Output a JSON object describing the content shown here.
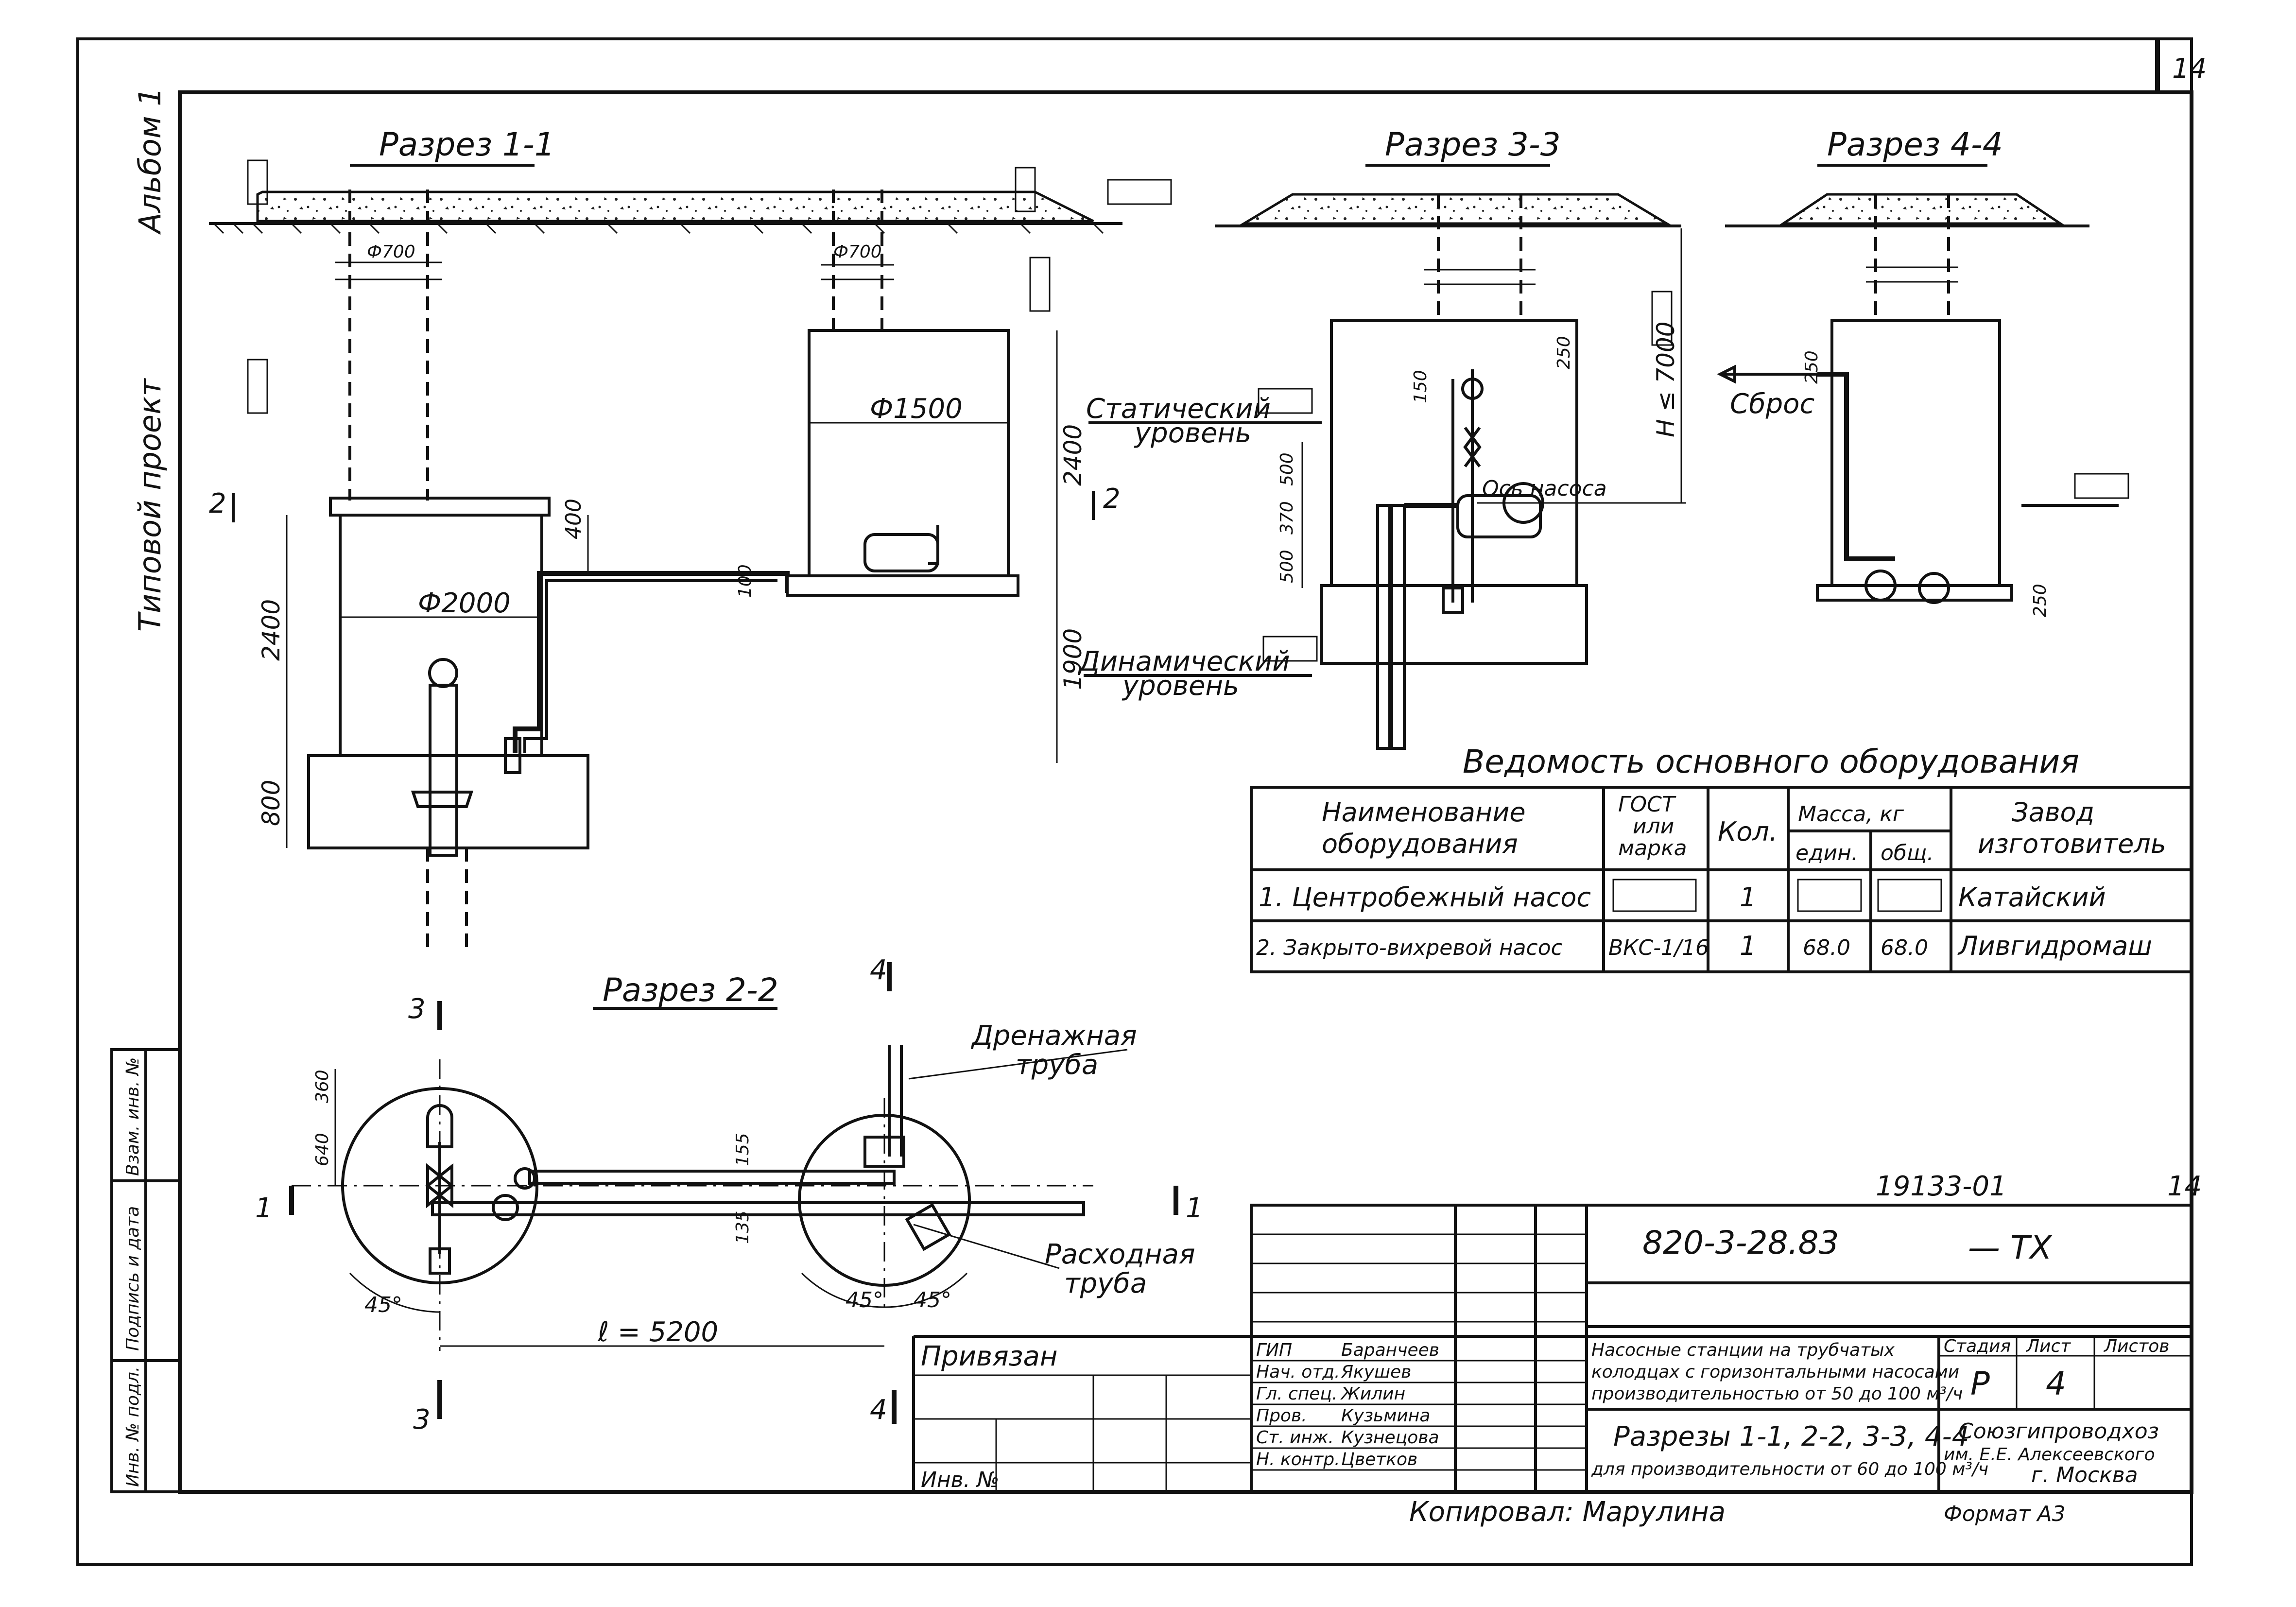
{
  "sheet": {
    "page_number": "14",
    "side_album": "Альбом 1",
    "side_project": "Типовой проект"
  },
  "sections": {
    "s11": "Разрез 1-1",
    "s33": "Разрез 3-3",
    "s44": "Разрез 4-4",
    "s22": "Разрез 2-2"
  },
  "dims": {
    "d700a": "Ф700",
    "d700b": "Ф700",
    "d1500": "Ф1500",
    "d2000": "Ф2000",
    "v2400a": "2400",
    "v2400b": "2400",
    "v400": "400",
    "v100": "100",
    "v1900": "1900",
    "v800": "800",
    "mark2a": "2",
    "mark2b": "2",
    "v250a": "250",
    "v150": "150",
    "v500a": "500",
    "v370": "370",
    "v500b": "500",
    "h7000": "H ≤ 7000",
    "v250b": "250",
    "v250c": "250",
    "v640": "640",
    "v360": "360",
    "v155": "155",
    "v135": "135",
    "l5200": "ℓ = 5200",
    "ang1": "45°",
    "ang2": "45°",
    "ang3": "45°",
    "cut3a": "3",
    "cut3b": "3",
    "cut4a": "4",
    "cut4b": "4",
    "cut1a": "1",
    "cut1b": "1"
  },
  "labels": {
    "static_level_1": "Статический",
    "static_level_2": "уровень",
    "dyn_level_1": "Динамический",
    "dyn_level_2": "уровень",
    "pump_axis": "Ось насоса",
    "discharge": "Сброс",
    "drain_1": "Дренажная",
    "drain_2": "труба",
    "supply_1": "Расходная",
    "supply_2": "труба"
  },
  "equipment": {
    "title": "Ведомость основного оборудования",
    "head_name_1": "Наименование",
    "head_name_2": "оборудования",
    "head_gost_1": "ГОСТ",
    "head_gost_2": "или",
    "head_gost_3": "марка",
    "head_qty": "Кол.",
    "head_mass": "Масса, кг",
    "head_unit": "един.",
    "head_total": "общ.",
    "head_maker_1": "Завод",
    "head_maker_2": "изготовитель",
    "rows": [
      {
        "name": "1. Центробежный насос",
        "gost": "",
        "qty": "1",
        "unit": "",
        "total": "",
        "maker": "Катайский"
      },
      {
        "name": "2. Закрыто-вихревой насос",
        "gost": "ВКС-1/16",
        "qty": "1",
        "unit": "68.0",
        "total": "68.0",
        "maker": "Ливгидромаш"
      }
    ]
  },
  "stamp": {
    "inv_code": "19133-01",
    "inv_page": "14",
    "doc_code": "820-3-28.83",
    "doc_suffix": "— ТХ",
    "privyazan": "Привязан",
    "inv_no": "Инв. №",
    "roles": [
      "ГИП",
      "Нач. отд.",
      "Гл. спец.",
      "Пров.",
      "Ст. инж.",
      "Н. контр."
    ],
    "names": [
      "Баранчеев",
      "Якушев",
      "Жилин",
      "Кузьмина",
      "Кузнецова",
      "Цветков"
    ],
    "title_1": "Насосные станции на трубчатых",
    "title_2": "колодцах с горизонтальными насосами",
    "title_3": "производительностью от 50 до 100 м³/ч",
    "sheet_title_1": "Разрезы 1-1, 2-2, 3-3, 4-4",
    "sheet_title_2": "для производительности от 60 до 100 м³/ч",
    "stage_h": "Стадия",
    "list_h": "Лист",
    "lists_h": "Листов",
    "stage": "Р",
    "list": "4",
    "org_1": "Союзгипроводхоз",
    "org_2": "им. Е.Е. Алексеевского",
    "org_3": "г. Москва",
    "copied": "Копировал: Марулина",
    "format": "Формат А3"
  },
  "side_stamp": {
    "inv_orig": "Инв. № подл.",
    "sign_date": "Подпись и дата",
    "inv_repl": "Взам. инв. №"
  }
}
